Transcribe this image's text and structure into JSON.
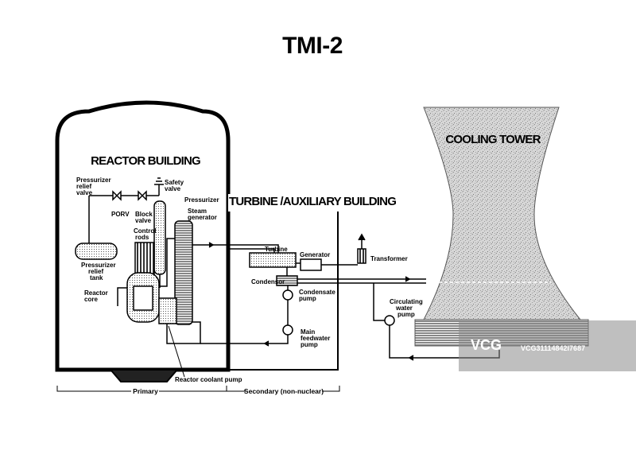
{
  "title": "TMI-2",
  "buildings": {
    "reactor": "REACTOR BUILDING",
    "turbine": "TURBINE /AUXILIARY BUILDING",
    "cooling": "COOLING TOWER"
  },
  "labels": {
    "pressurizer_relief_valve": [
      "Pressurizer",
      "relief",
      "valve"
    ],
    "safety_valve": [
      "Safety",
      "valve"
    ],
    "pressurizer": "Pressurizer",
    "porv": "PORV",
    "block_valve": [
      "Block",
      "valve"
    ],
    "steam_generator": [
      "Steam",
      "generator"
    ],
    "control_rods": [
      "Control",
      "rods"
    ],
    "pressurizer_relief_tank": [
      "Pressurizer",
      "relief",
      "tank"
    ],
    "reactor_core": [
      "Reactor",
      "core"
    ],
    "reactor_coolant_pump": "Reactor coolant pump",
    "turbine": "Turbine",
    "generator": "Generator",
    "transformer": "Transformer",
    "condensor": "Condensor",
    "condensate_pump": [
      "Condensate",
      "pump"
    ],
    "main_feedwater_pump": [
      "Main",
      "feedwater",
      "pump"
    ],
    "circulating_water_pump": [
      "Circulating",
      "water",
      "pump"
    ]
  },
  "footer": {
    "primary": "Primary",
    "secondary": "Secondary (non-nuclear)"
  },
  "watermark": {
    "brand": "VCG",
    "id": "VCG31114842I7687"
  }
}
